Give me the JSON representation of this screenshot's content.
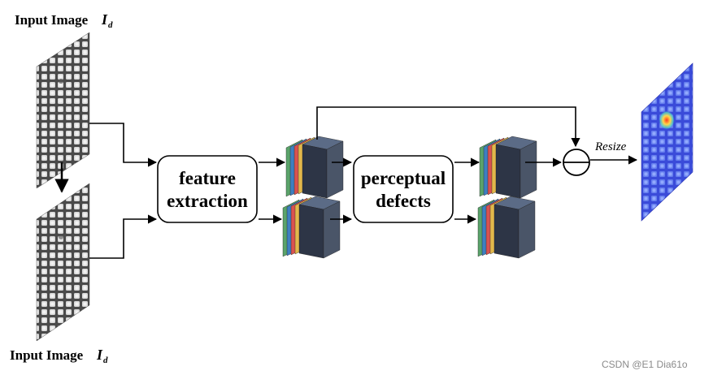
{
  "labels": {
    "top_input": "Input Image",
    "bottom_input": "Input Image",
    "symbol_main": "I",
    "symbol_sub": "d",
    "resize": "Resize",
    "watermark": "CSDN @E1 Dia61o"
  },
  "boxes": {
    "feature_extraction": {
      "line1": "feature",
      "line2": "extraction"
    },
    "perceptual_defects": {
      "line1": "perceptual",
      "line2": "defects"
    }
  },
  "colors": {
    "box_stroke": "#000000",
    "arrow": "#000000",
    "cube_layers": [
      "#5aa36a",
      "#3f7fc0",
      "#d9524f",
      "#e2b84b",
      "#2f3a52"
    ],
    "cube_front": "#2d3546",
    "cube_side": "#4a5568",
    "heatmap_base": "#3a3fd8",
    "heatmap_hot": "#ff3b1f"
  }
}
